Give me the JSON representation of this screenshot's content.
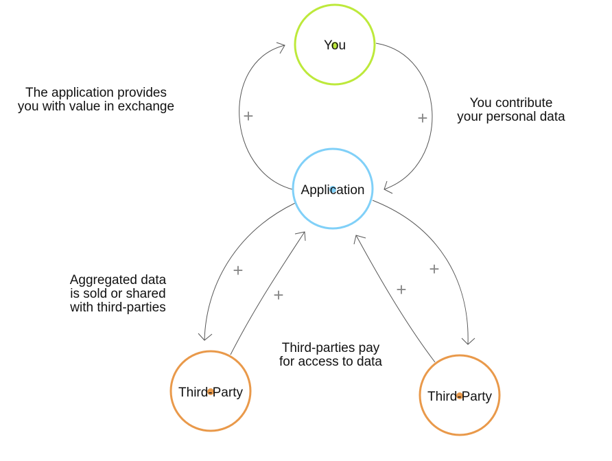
{
  "nodes": {
    "you": {
      "label": "You",
      "color": "#bde93b"
    },
    "application": {
      "label": "Application",
      "color": "#80d0f8"
    },
    "third_party_left": {
      "label": "Third-Party",
      "color": "#e9994a"
    },
    "third_party_right": {
      "label": "Third-Party",
      "color": "#e9994a"
    }
  },
  "edges": {
    "you_to_app": {
      "label_line1": "You contribute",
      "label_line2": "your personal data",
      "sign": "+"
    },
    "app_to_you": {
      "label_line1": "The application provides",
      "label_line2": "you with value in exchange",
      "sign": "+"
    },
    "app_to_third_party": {
      "label_line1": "Aggregated data",
      "label_line2": "is sold or shared",
      "label_line3": "with third-parties",
      "sign_left": "+",
      "sign_right": "+"
    },
    "third_party_to_app": {
      "label_line1": "Third-parties pay",
      "label_line2": "for access to data",
      "sign_left": "+",
      "sign_right": "+"
    }
  }
}
